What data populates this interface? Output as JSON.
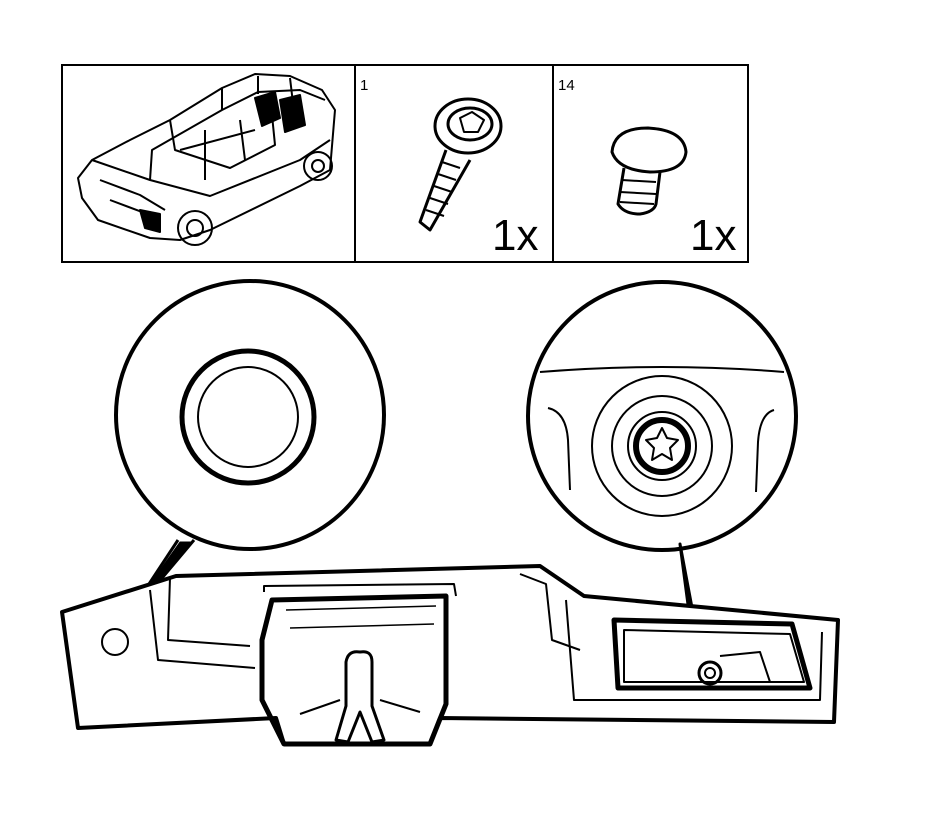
{
  "parts_panel": {
    "parts": [
      {
        "ref": "1",
        "quantity": "1x",
        "icon": "torx-screw-icon"
      },
      {
        "ref": "14",
        "quantity": "1x",
        "icon": "mushroom-clip-icon"
      }
    ],
    "vehicle_icon": "car-body-frame-icon"
  },
  "detail_views": [
    {
      "icon": "plug-hole-detail-icon"
    },
    {
      "icon": "torx-screw-detail-icon"
    }
  ],
  "main_part": {
    "icon": "tailgate-lock-striker-panel-icon"
  },
  "colors": {
    "line": "#000000",
    "background": "#ffffff"
  }
}
